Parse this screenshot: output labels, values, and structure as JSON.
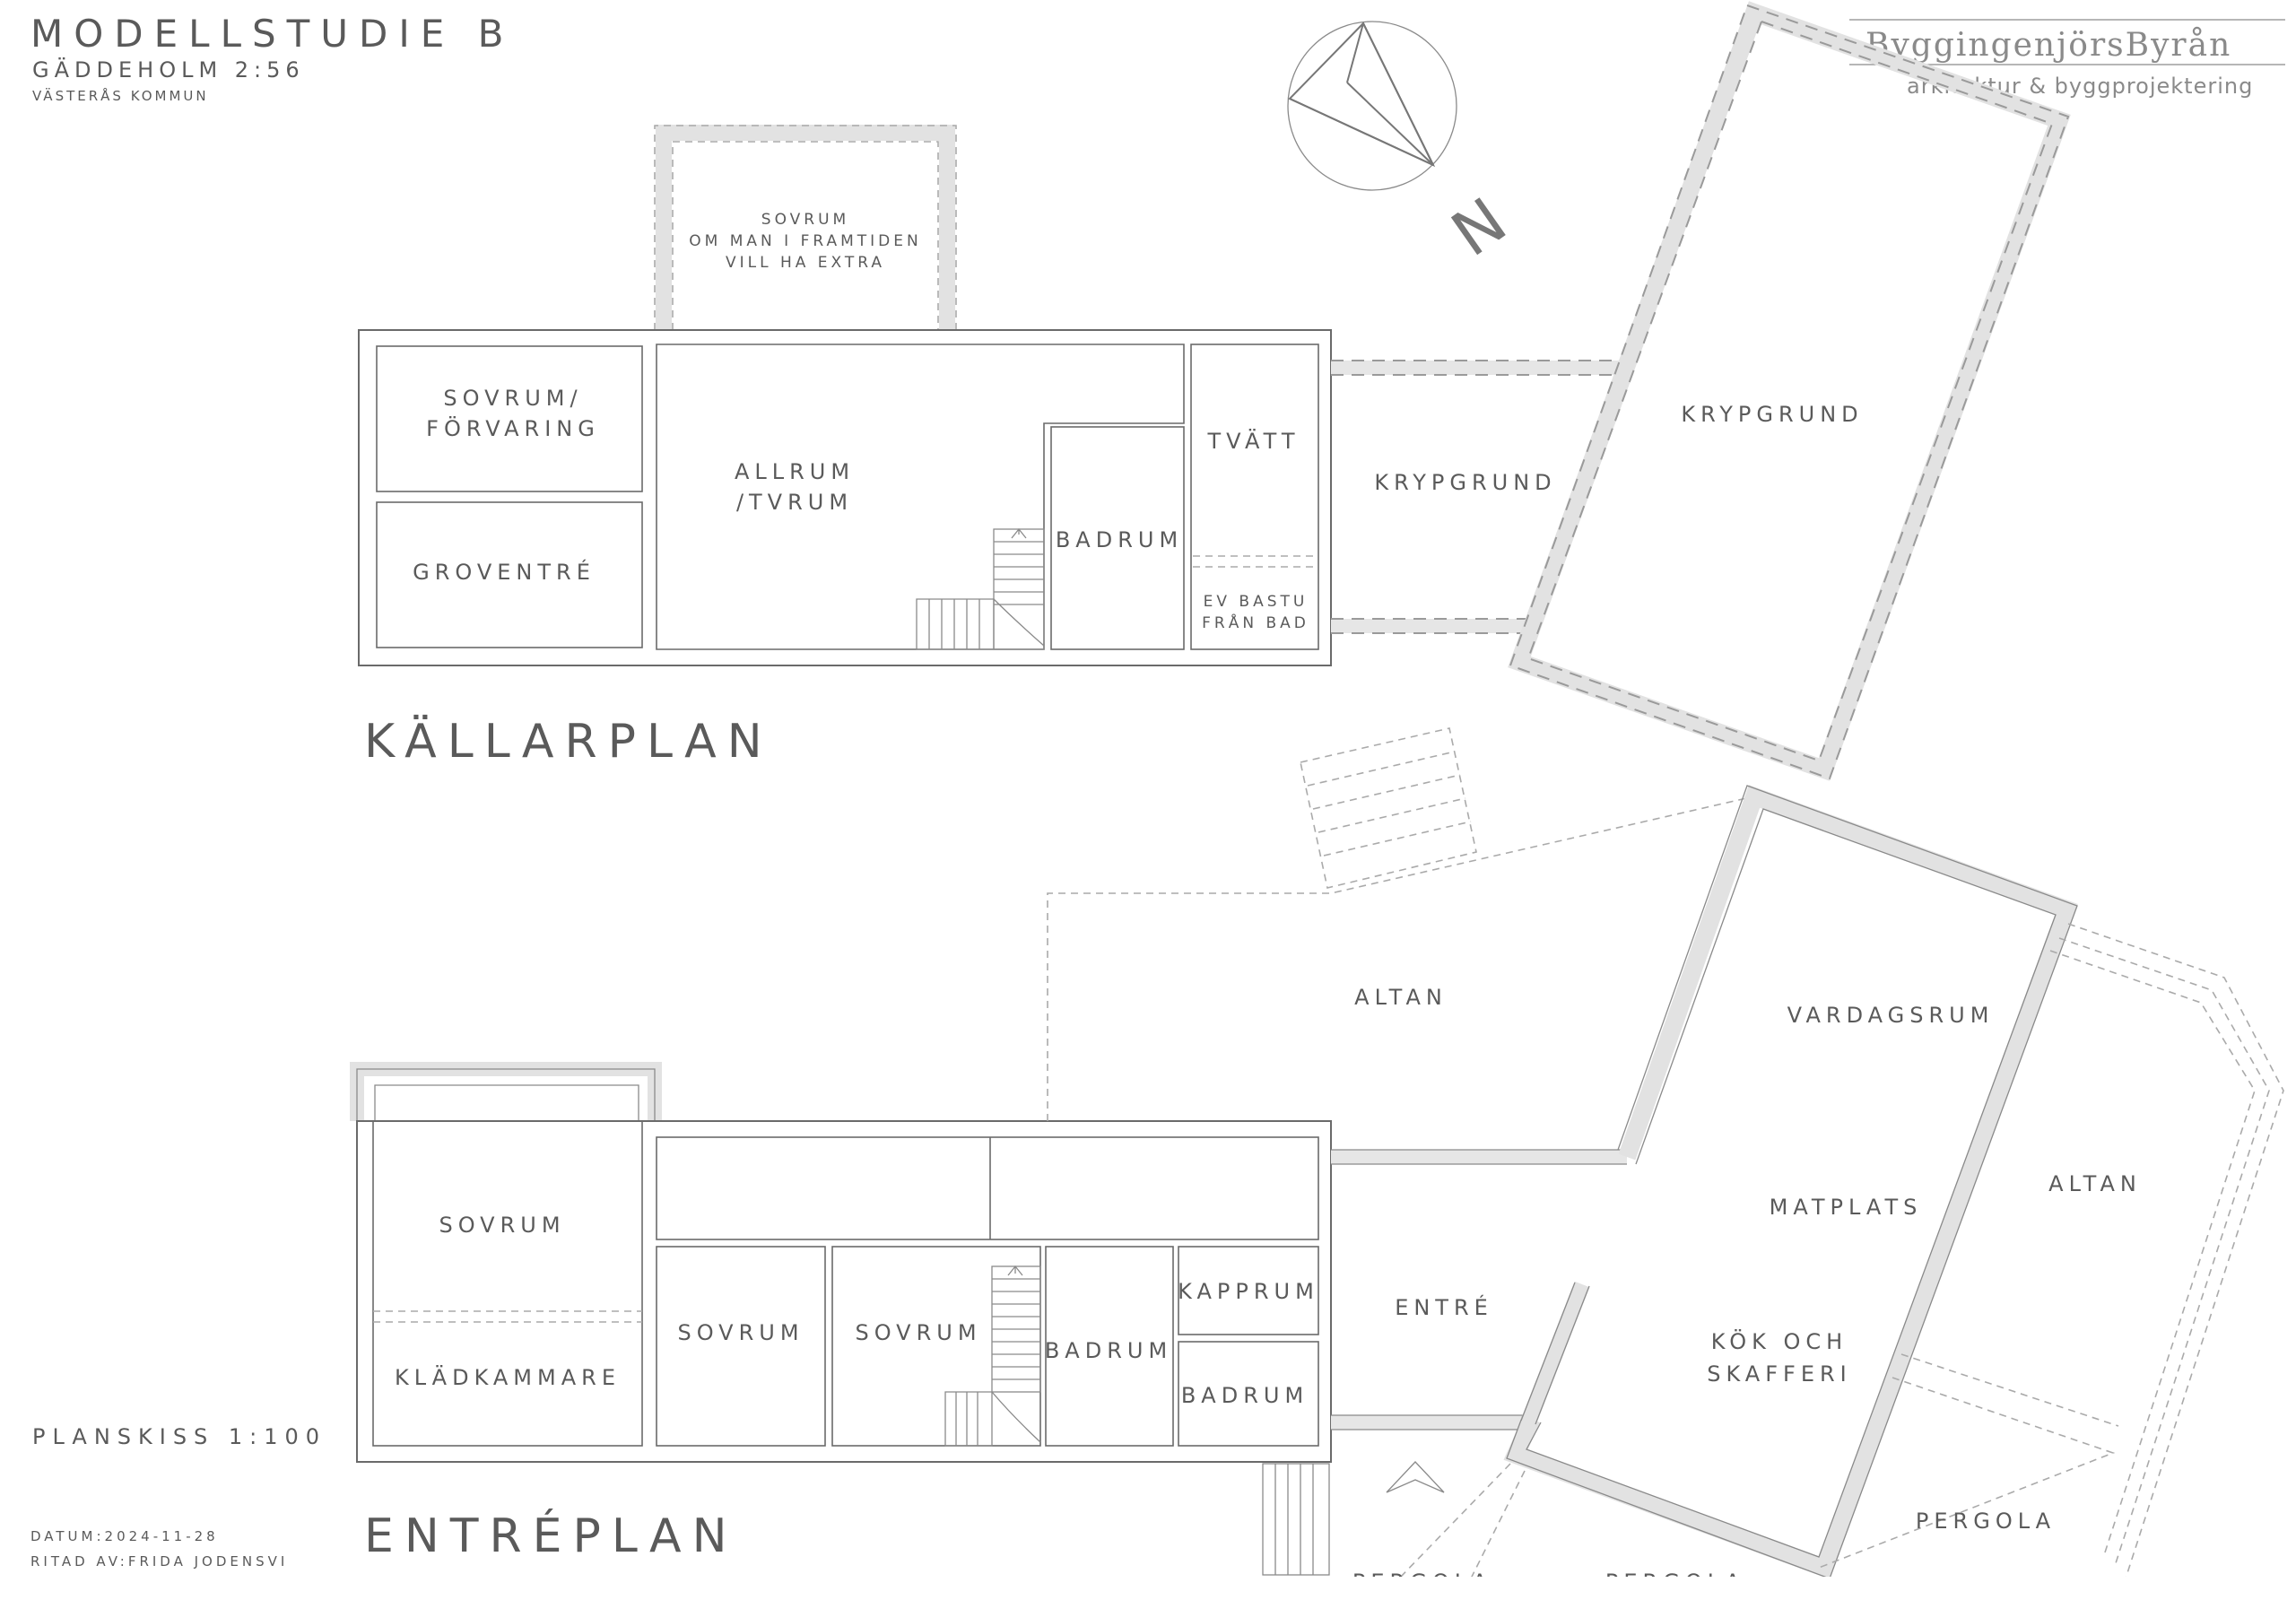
{
  "header": {
    "title": "MODELLSTUDIE B",
    "property": "GÄDDEHOLM 2:56",
    "municipality": "VÄSTERÅS KOMMUN"
  },
  "logo": {
    "name": "ByggingenjörsByrån",
    "tagline": "arkitektur & byggprojektering"
  },
  "north_label": "N",
  "basement": {
    "plan_title": "KÄLLARPLAN",
    "rooms": {
      "extra_line1": "SOVRUM",
      "extra_line2": "OM MAN I FRAMTIDEN",
      "extra_line3": "VILL HA EXTRA",
      "storage_line1": "SOVRUM/",
      "storage_line2": "FÖRVARING",
      "grovent": "GROVENTRÉ",
      "allrum_line1": "ALLRUM",
      "allrum_line2": "/TVRUM",
      "bath": "BADRUM",
      "laundry": "TVÄTT",
      "sauna_line1": "EV BASTU",
      "sauna_line2": "FRÅN BAD",
      "crawl1": "KRYPGRUND",
      "crawl2": "KRYPGRUND"
    }
  },
  "entry": {
    "plan_title": "ENTRÉPLAN",
    "rooms": {
      "bed1": "SOVRUM",
      "closet": "KLÄDKAMMARE",
      "bed2": "SOVRUM",
      "bed3": "SOVRUM",
      "bath1": "BADRUM",
      "cloak": "KAPPRUM",
      "bath2": "BADRUM",
      "entre": "ENTRÉ",
      "living": "VARDAGSRUM",
      "dining": "MATPLATS",
      "kitchen_line1": "KÖK OCH",
      "kitchen_line2": "SKAFFERI",
      "deck1": "ALTAN",
      "deck2": "ALTAN",
      "pergola1": "PERGOLA",
      "pergola2": "PERGOLA",
      "pergola3": "PERGOLA"
    }
  },
  "footer": {
    "scale": "PLANSKISS 1:100",
    "date": "DATUM:2024-11-28",
    "drawn_by": "RITAD AV:FRIDA JODENSVI"
  },
  "colors": {
    "wall_fill": "#e6e6e6",
    "line": "#6a6a6a",
    "text": "#5a5a5a"
  }
}
